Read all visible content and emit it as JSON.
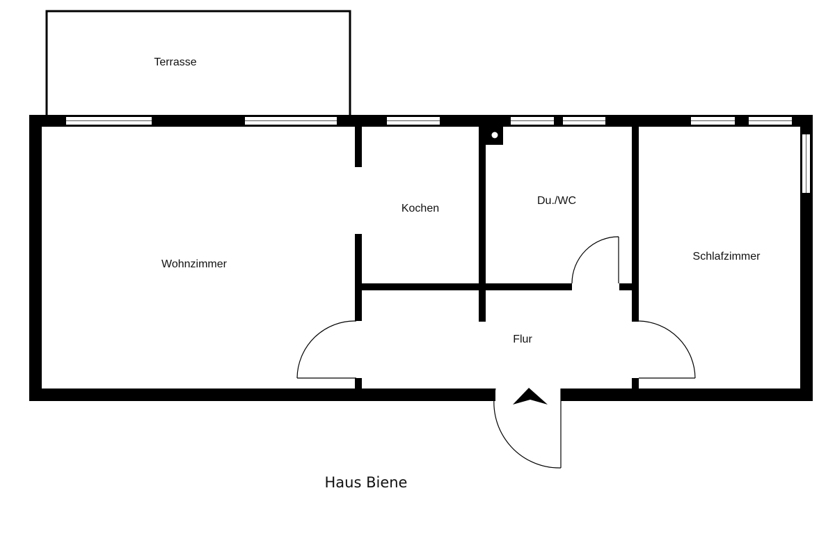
{
  "title": "Haus Biene",
  "rooms": {
    "terrasse": "Terrasse",
    "wohnzimmer": "Wohnzimmer",
    "kochen": "Kochen",
    "du_wc": "Du./WC",
    "schlafzimmer": "Schlafzimmer",
    "flur": "Flur"
  },
  "colors": {
    "wall": "#000000",
    "background": "#ffffff",
    "window_line": "#555555"
  }
}
